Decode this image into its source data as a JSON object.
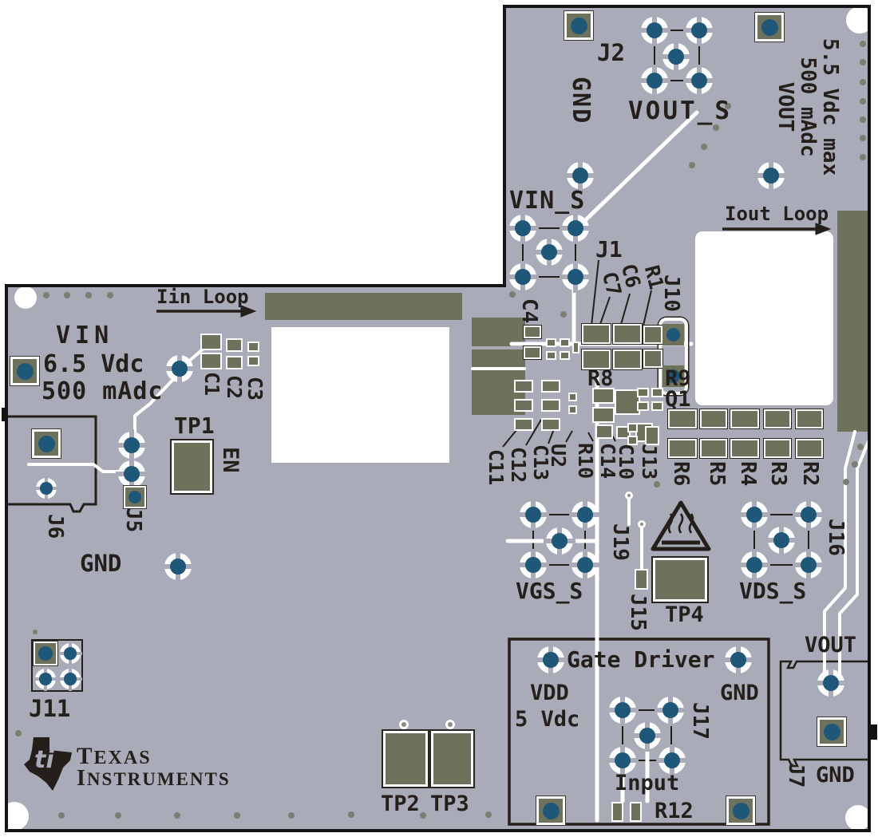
{
  "board": {
    "description": "Texas Instruments evaluation board top silkscreen view",
    "colors": {
      "board_mask": "#a9abb8",
      "copper_pad": "#6e715c",
      "drill": "#1e5777",
      "silkscreen": "#241f1a",
      "trace": "#ffffff",
      "background": "#ffffff"
    }
  },
  "labels": {
    "j2": "J2",
    "gnd_top": "GND",
    "vout_s": "VOUT_S",
    "vin_s": "VIN_S",
    "iout_loop": "Iout Loop",
    "rating_out": "5.5 Vdc max\n500 mAdc\nVOUT",
    "iin_loop": "Iin Loop",
    "vin_1": "VIN",
    "vin_2": "6.5 Vdc",
    "vin_3": "500 mAdc",
    "c1": "C1",
    "c2": "C2",
    "c3": "C3",
    "c4": "C4",
    "j1": "J1",
    "c7": "C7",
    "c6": "C6",
    "r1": "R1",
    "j10": "J10",
    "r8": "R8",
    "r9": "R9",
    "q1": "Q1",
    "c11": "C11",
    "c12": "C12",
    "c13": "C13",
    "u2": "U2",
    "r10": "R10",
    "c14": "C14",
    "c10": "C10",
    "j13": "J13",
    "r6": "R6",
    "r5": "R5",
    "r4": "R4",
    "r3": "R3",
    "r2": "R2",
    "tp1": "TP1",
    "en": "EN",
    "j5": "J5",
    "j6": "J6",
    "gnd_left": "GND",
    "j11": "J11",
    "vgs_s": "VGS_S",
    "j19": "J19",
    "j15": "J15",
    "tp4": "TP4",
    "vds_s": "VDS_S",
    "j16": "J16",
    "gate_driver": "Gate Driver",
    "vdd": "VDD",
    "vdd_volts": "5 Vdc",
    "gnd_gate": "GND",
    "j17": "J17",
    "input": "Input",
    "r12": "R12",
    "vout_out": "VOUT",
    "j7": "J7",
    "gnd_out": "GND",
    "tp2": "TP2",
    "tp3": "TP3"
  },
  "logo": {
    "line1": "Texas",
    "line2": "Instruments"
  }
}
